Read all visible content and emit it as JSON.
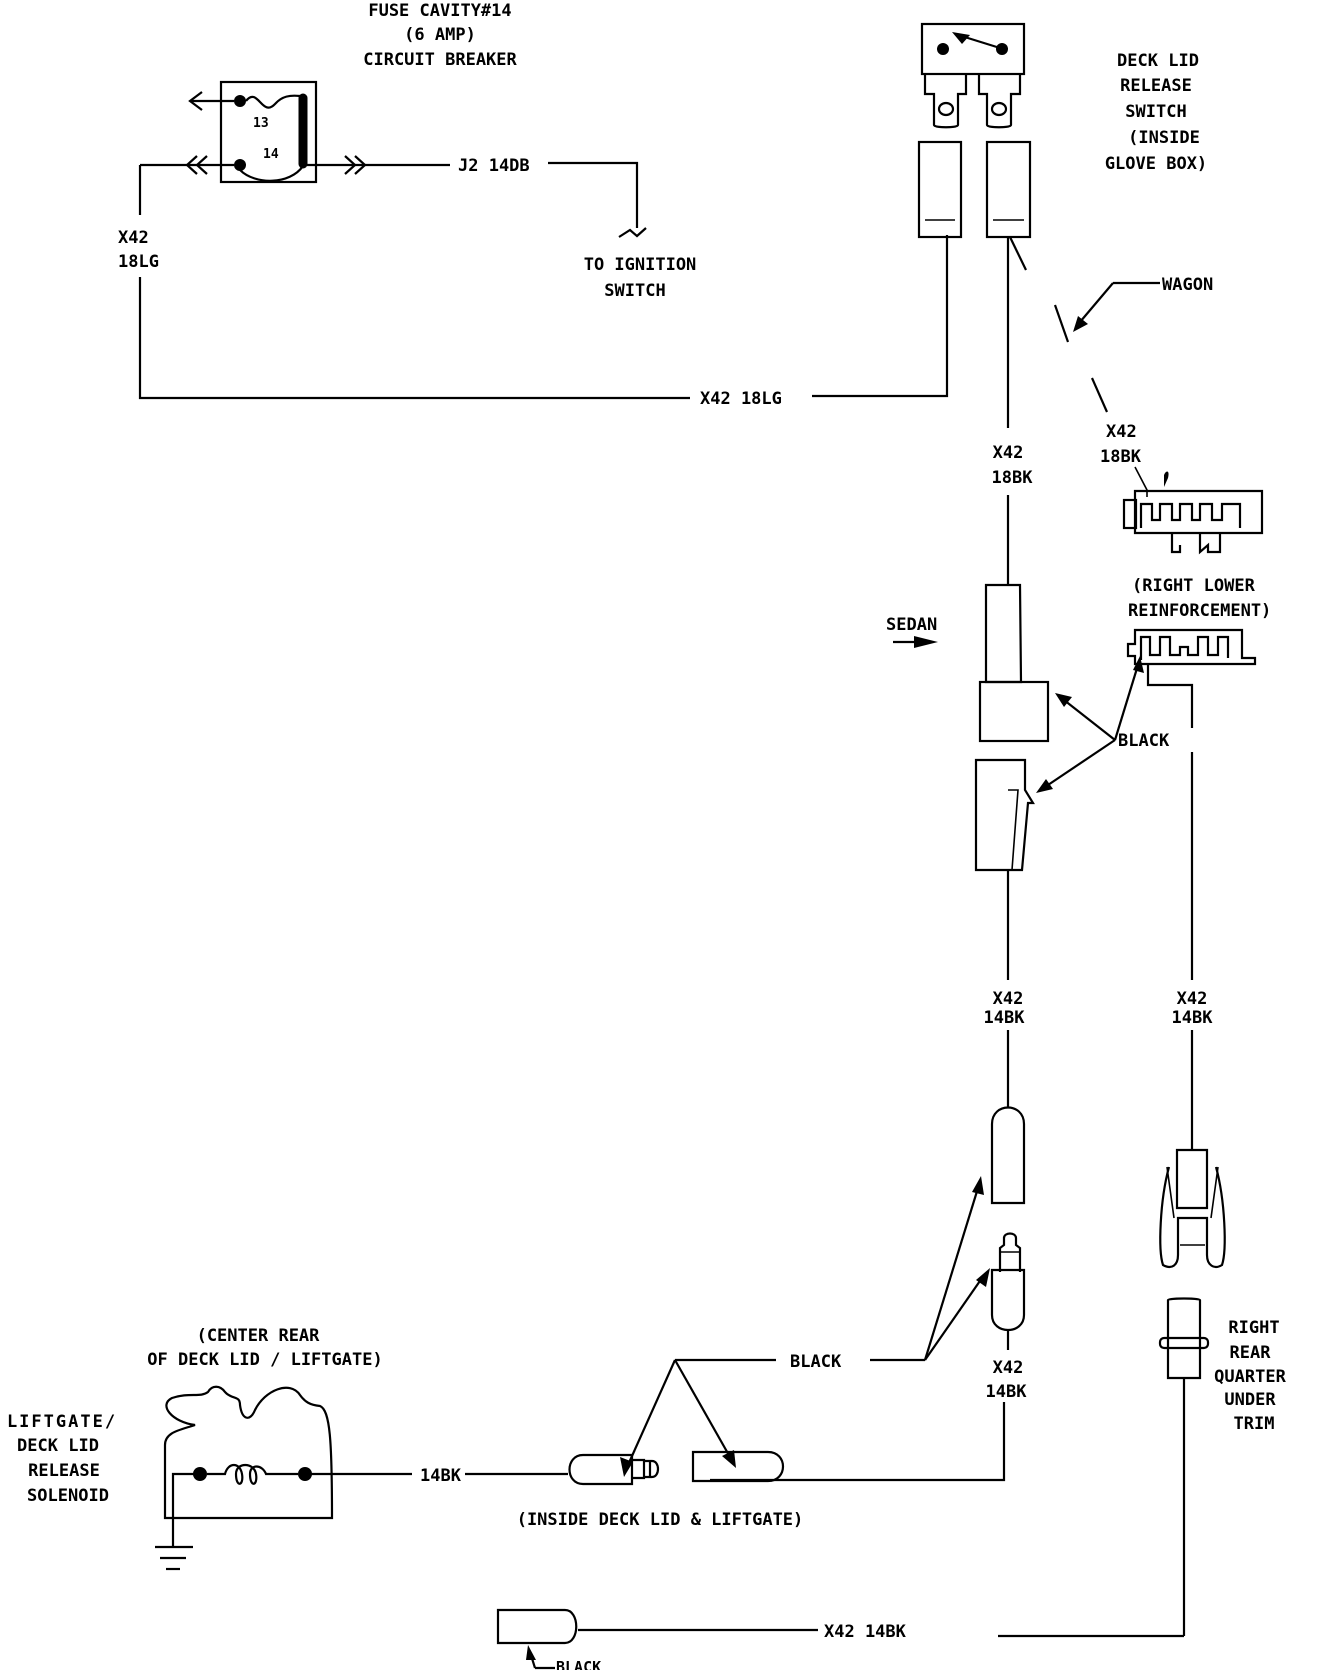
{
  "title": "Liftgate / Deck Lid Release Wiring Schematic",
  "colors": {
    "ink": "#000000",
    "paper": "#ffffff"
  },
  "circuit_breaker": {
    "label_lines": [
      "FUSE CAVITY#14",
      "(6 AMP)",
      "CIRCUIT BREAKER"
    ],
    "terminal_top": "13",
    "terminal_bottom": "14"
  },
  "ignition": {
    "wire_label": "J2 14DB",
    "label_lines": [
      "TO IGNITION",
      "SWITCH"
    ]
  },
  "left_wire": {
    "circuit": "X42",
    "gauge": "18LG"
  },
  "bottom_wire_18lg": {
    "label": "X42 18LG"
  },
  "release_switch": {
    "label_lines": [
      "DECK LID",
      "RELEASE",
      "SWITCH",
      "(INSIDE",
      "GLOVE BOX)"
    ]
  },
  "wagon": {
    "label": "WAGON"
  },
  "switch_output_wire": {
    "circuit": "X42",
    "gauge": "18BK"
  },
  "wagon_wire": {
    "circuit": "X42",
    "gauge": "18BK"
  },
  "right_lower_reinforcement": {
    "label_lines": [
      "(RIGHT LOWER",
      "REINFORCEMENT)"
    ]
  },
  "sedan": {
    "label": "SEDAN"
  },
  "black_label_upper": "BLACK",
  "sedan_run_wire": {
    "circuit": "X42",
    "gauge": "14BK"
  },
  "wagon_run_wire": {
    "circuit": "X42",
    "gauge": "14BK"
  },
  "black_label_middle": "BLACK",
  "lower_connector_wire": {
    "circuit": "X42",
    "gauge": "14BK"
  },
  "quarter_trim": {
    "label_lines": [
      "RIGHT",
      "REAR",
      "QUARTER",
      "UNDER",
      "TRIM"
    ]
  },
  "solenoid_location": {
    "label_lines": [
      "(CENTER REAR",
      "OF DECK LID / LIFTGATE)"
    ]
  },
  "solenoid": {
    "label_lines": [
      "LIFTGATE/",
      "DECK LID",
      "RELEASE",
      "SOLENOID"
    ]
  },
  "solenoid_wire": {
    "label": "14BK"
  },
  "deck_connector_location": {
    "label": "(INSIDE DECK LID & LIFTGATE)"
  },
  "bottom_wire": {
    "label": "X42 14BK"
  },
  "black_label_bottom": "BLACK"
}
